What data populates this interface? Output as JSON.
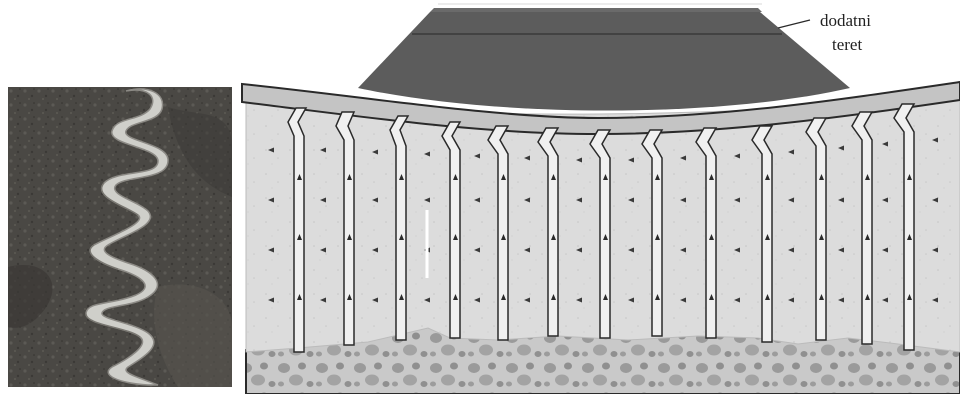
{
  "figure": {
    "left_panel": {
      "kind": "photograph",
      "subject": "buckled-drain-photo"
    },
    "right_panel": {
      "kind": "cross-section-diagram",
      "annotation": {
        "line1": "dodatni",
        "line2": "teret"
      }
    }
  },
  "colors": {
    "photo_soil": "#4a4844",
    "photo_drain": "#cfcfca",
    "fill_layer": "#dcdcdc",
    "foundation_layer": "#bdbdbd",
    "embankment_load": "#5c5c5c",
    "plate": "#c4c4c4",
    "drain_column": "#f0f0f0",
    "line_dark": "#2a2a2a"
  }
}
